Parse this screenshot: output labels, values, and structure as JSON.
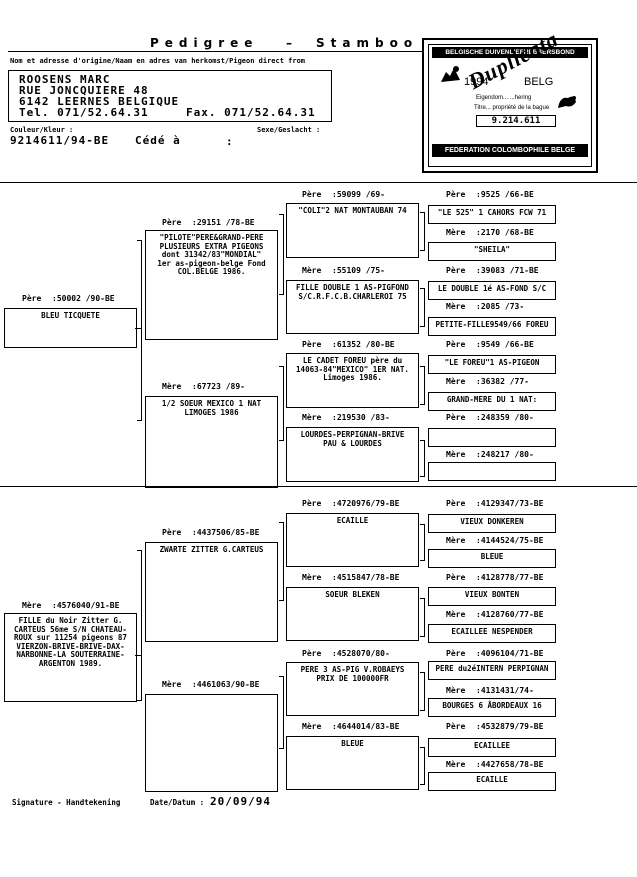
{
  "header": {
    "title": "Pedigree",
    "dash": "–",
    "title2": "Stamboo",
    "origin_label": "Nom et adresse d'origine/Naam en adres van herkomst/Pigeon direct from",
    "owner": {
      "name": "ROOSENS MARC",
      "street": "RUE JONCQUIERE 48",
      "city": "6142  LEERNES  BELGIQUE",
      "tel": "Tel. 071/52.64.31",
      "fax": "Fax. 071/52.64.31"
    },
    "color_label": "Couleur/Kleur :",
    "sex_label": "Sexe/Geslacht :",
    "ring": "9214611/94-BE",
    "ceded_label": "Cédé à",
    "colon": ":"
  },
  "stamp": {
    "top": "BELGISCHE DUIVENLIEFHEBBERSBOND",
    "year": "1994",
    "country": "BELG",
    "overprint": "Duplicata",
    "owner_line": "Eigendom...           ...hering",
    "ring_line": "Titre... propriété de la bague",
    "number": "9.214.611",
    "bottom": "FEDERATION COLOMBOPHILE BELGE"
  },
  "bird": {
    "sire": {
      "label": "Père",
      "ring": ":50002 /90-BE",
      "text": "BLEU TICQUETE"
    },
    "dam": {
      "label": "Mère",
      "ring": ":4576040/91-BE",
      "text": "FILLE du Noir Zitter G.\nCARTEUS 56me S/N CHATEAU-\nROUX sur 11254 pigeons 87\nVIERZON-BRIVE-BRIVE-DAX-\nNARBONNE-LA SOUTERRAINE-\nARGENTON 1989."
    }
  },
  "gen2": [
    {
      "label": "Père",
      "ring": ":29151 /78-BE",
      "text": "\"PILOTE\"PERE&GRAND-PERE\nPLUSIEURS EXTRA PIGEONS\ndont 31342/83\"MONDIAL\"\n1er as-pigeon-belge Fond\nCOL.BELGE 1986."
    },
    {
      "label": "Mère",
      "ring": ":67723 /89-",
      "text": "1/2 SOEUR MEXICO 1 NAT\nLIMOGES 1986"
    },
    {
      "label": "Père",
      "ring": ":4437506/85-BE",
      "text": "ZWARTE ZITTER G.CARTEUS"
    },
    {
      "label": "Mère",
      "ring": ":4461063/90-BE",
      "text": ""
    }
  ],
  "gen3": [
    {
      "label": "Père",
      "ring": ":59099 /69-",
      "text": "\"COLI\"2 NAT MONTAUBAN 74"
    },
    {
      "label": "Mère",
      "ring": ":55109 /75-",
      "text": "FILLE DOUBLE 1 AS-PIGFOND\nS/C.R.F.C.B.CHARLEROI 75"
    },
    {
      "label": "Père",
      "ring": ":61352 /80-BE",
      "text": "LE CADET FOREU père du\n14063-84\"MEXICO\" 1ER NAT.\nLimoges 1986."
    },
    {
      "label": "Mère",
      "ring": ":219530 /83-",
      "text": "LOURDES-PERPIGNAN-BRIVE\nPAU & LOURDES"
    },
    {
      "label": "Père",
      "ring": ":4720976/79-BE",
      "text": "ECAILLE"
    },
    {
      "label": "Mère",
      "ring": ":4515847/78-BE",
      "text": "SOEUR BLEKEN"
    },
    {
      "label": "Père",
      "ring": ":4528070/80-",
      "text": "PERE 3 AS-PIG V.ROBAEYS\nPRIX DE 100000FR"
    },
    {
      "label": "Mère",
      "ring": ":4644014/83-BE",
      "text": "BLEUE"
    }
  ],
  "gen4": [
    {
      "label": "Père",
      "ring": ":9525 /66-BE",
      "text": "\"LE 525\" 1 CAHORS FCW 71"
    },
    {
      "label": "Mère",
      "ring": ":2170 /68-BE",
      "text": "\"SHEILA\""
    },
    {
      "label": "Père",
      "ring": ":39083 /71-BE",
      "text": "LE DOUBLE 1é AS-FOND S/C"
    },
    {
      "label": "Mère",
      "ring": ":2085 /73-",
      "text": "PETITE-FILLE9549/66 FOREU"
    },
    {
      "label": "Père",
      "ring": ":9549 /66-BE",
      "text": "\"LE FOREU\"1 AS-PIGEON"
    },
    {
      "label": "Mère",
      "ring": ":36382 /77-",
      "text": "GRAND-MERE DU 1 NAT:"
    },
    {
      "label": "Père",
      "ring": ":248359 /80-",
      "text": ""
    },
    {
      "label": "Mère",
      "ring": ":248217 /80-",
      "text": ""
    },
    {
      "label": "Père",
      "ring": ":4129347/73-BE",
      "text": "VIEUX DONKEREN"
    },
    {
      "label": "Mère",
      "ring": ":4144524/75-BE",
      "text": "BLEUE"
    },
    {
      "label": "Père",
      "ring": ":4128778/77-BE",
      "text": "VIEUX BONTEN"
    },
    {
      "label": "Mère",
      "ring": ":4128760/77-BE",
      "text": "ECAILLEE NESPENDER"
    },
    {
      "label": "Père",
      "ring": ":4096104/71-BE",
      "text": "PERE du2éINTERN PERPIGNAN"
    },
    {
      "label": "Mère",
      "ring": ":4131431/74-",
      "text": "BOURGES 6 ÅBORDEAUX 16"
    },
    {
      "label": "Père",
      "ring": ":4532879/79-BE",
      "text": "ECAILLEE"
    },
    {
      "label": "Mère",
      "ring": ":4427658/78-BE",
      "text": "ECAILLE"
    }
  ],
  "footer": {
    "signature": "Signature - Handtekening",
    "date_label": "Date/Datum :",
    "date": "20/09/94"
  }
}
